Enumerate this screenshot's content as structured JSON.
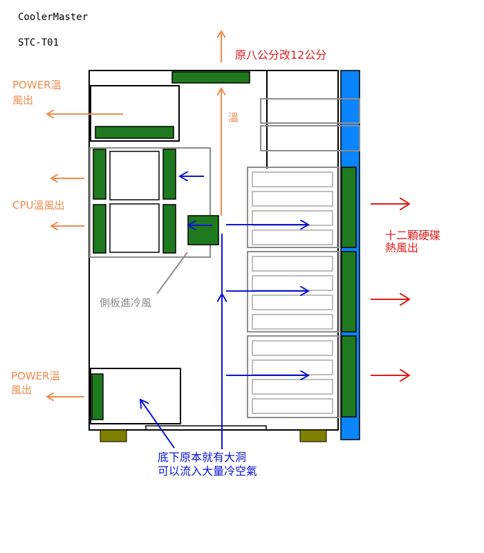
{
  "header": {
    "brand": "CoolerMaster",
    "model": "STC-T01"
  },
  "labels": {
    "top_fan": "原八公分改12公分",
    "warm_flow": "溫",
    "power_top_line1": "POWER溫",
    "power_top_line2": "風出",
    "cpu_exhaust": "CPU溫風出",
    "side_intake": "側板進冷風",
    "hdd_line1": "十二顆硬碟",
    "hdd_line2": "熱風出",
    "power_bottom_line1": "POWER溫",
    "power_bottom_line2": "風出",
    "bottom_line1": "底下原本就有大洞",
    "bottom_line2": "可以流入大量冷空氣"
  },
  "colors": {
    "warm_air": "#f08a4b",
    "cool_air": "#0a14d6",
    "hot_air": "#e01a1a",
    "component": "#1f7a1f",
    "side_panel": "#0a84ff",
    "feet": "#808000",
    "side_label": "#8c8c8c"
  }
}
